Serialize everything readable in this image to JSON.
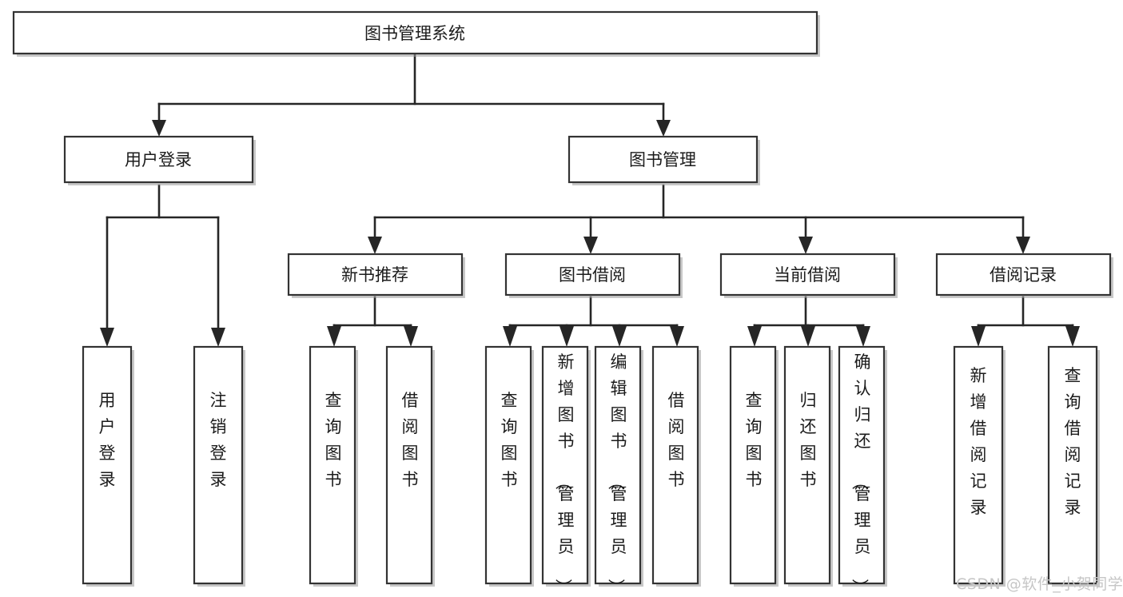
{
  "diagram": {
    "type": "tree-hierarchy-diagram",
    "title_label": "图书管理系统",
    "watermark": "CSDN @软件_小贺同学",
    "colors": {
      "box_fill": "#ffffff",
      "box_stroke": "#333333",
      "connector": "#262626",
      "text": "#1b1b1b",
      "watermark": "#c6c6c6",
      "background": "#ffffff"
    },
    "levels": {
      "root": {
        "label": "图书管理系统",
        "orientation": "horizontal"
      },
      "level2": [
        {
          "label": "用户登录",
          "orientation": "horizontal"
        },
        {
          "label": "图书管理",
          "orientation": "horizontal"
        }
      ],
      "level3": [
        {
          "label": "新书推荐",
          "orientation": "horizontal",
          "parent": "图书管理"
        },
        {
          "label": "图书借阅",
          "orientation": "horizontal",
          "parent": "图书管理"
        },
        {
          "label": "当前借阅",
          "orientation": "horizontal",
          "parent": "图书管理"
        },
        {
          "label": "借阅记录",
          "orientation": "horizontal",
          "parent": "图书管理"
        }
      ],
      "leaves": [
        {
          "label": "用户登录",
          "orientation": "vertical",
          "parent": "用户登录"
        },
        {
          "label": "注销登录",
          "orientation": "vertical",
          "parent": "用户登录"
        },
        {
          "label": "查询图书",
          "orientation": "vertical",
          "parent": "新书推荐"
        },
        {
          "label": "借阅图书",
          "orientation": "vertical",
          "parent": "新书推荐"
        },
        {
          "label": "查询图书",
          "orientation": "vertical",
          "parent": "图书借阅"
        },
        {
          "label": "新增图书（管理员）",
          "orientation": "vertical",
          "parent": "图书借阅"
        },
        {
          "label": "编辑图书（管理员）",
          "orientation": "vertical",
          "parent": "图书借阅"
        },
        {
          "label": "借阅图书",
          "orientation": "vertical",
          "parent": "图书借阅"
        },
        {
          "label": "查询图书",
          "orientation": "vertical",
          "parent": "当前借阅"
        },
        {
          "label": "归还图书",
          "orientation": "vertical",
          "parent": "当前借阅"
        },
        {
          "label": "确认归还（管理员）",
          "orientation": "vertical",
          "parent": "当前借阅"
        },
        {
          "label": "新增借阅记录",
          "orientation": "vertical",
          "parent": "借阅记录"
        },
        {
          "label": "查询借阅记录",
          "orientation": "vertical",
          "parent": "借阅记录"
        }
      ]
    },
    "nodes": {
      "root": "图书管理系统",
      "user_login": "用户登录",
      "book_manage": "图书管理",
      "new_book_rec": "新书推荐",
      "book_borrow": "图书借阅",
      "current_borrow": "当前借阅",
      "borrow_record": "借阅记录",
      "leaf_user_login": "用户登录",
      "leaf_logout": "注销登录",
      "leaf_query_book_1": "查询图书",
      "leaf_borrow_book_1": "借阅图书",
      "leaf_query_book_2": "查询图书",
      "leaf_add_book": "新增图书（管理员）",
      "leaf_edit_book": "编辑图书（管理员）",
      "leaf_borrow_book_2": "借阅图书",
      "leaf_query_book_3": "查询图书",
      "leaf_return_book": "归还图书",
      "leaf_confirm_return": "确认归还（管理员）",
      "leaf_add_record": "新增借阅记录",
      "leaf_query_record": "查询借阅记录"
    }
  }
}
